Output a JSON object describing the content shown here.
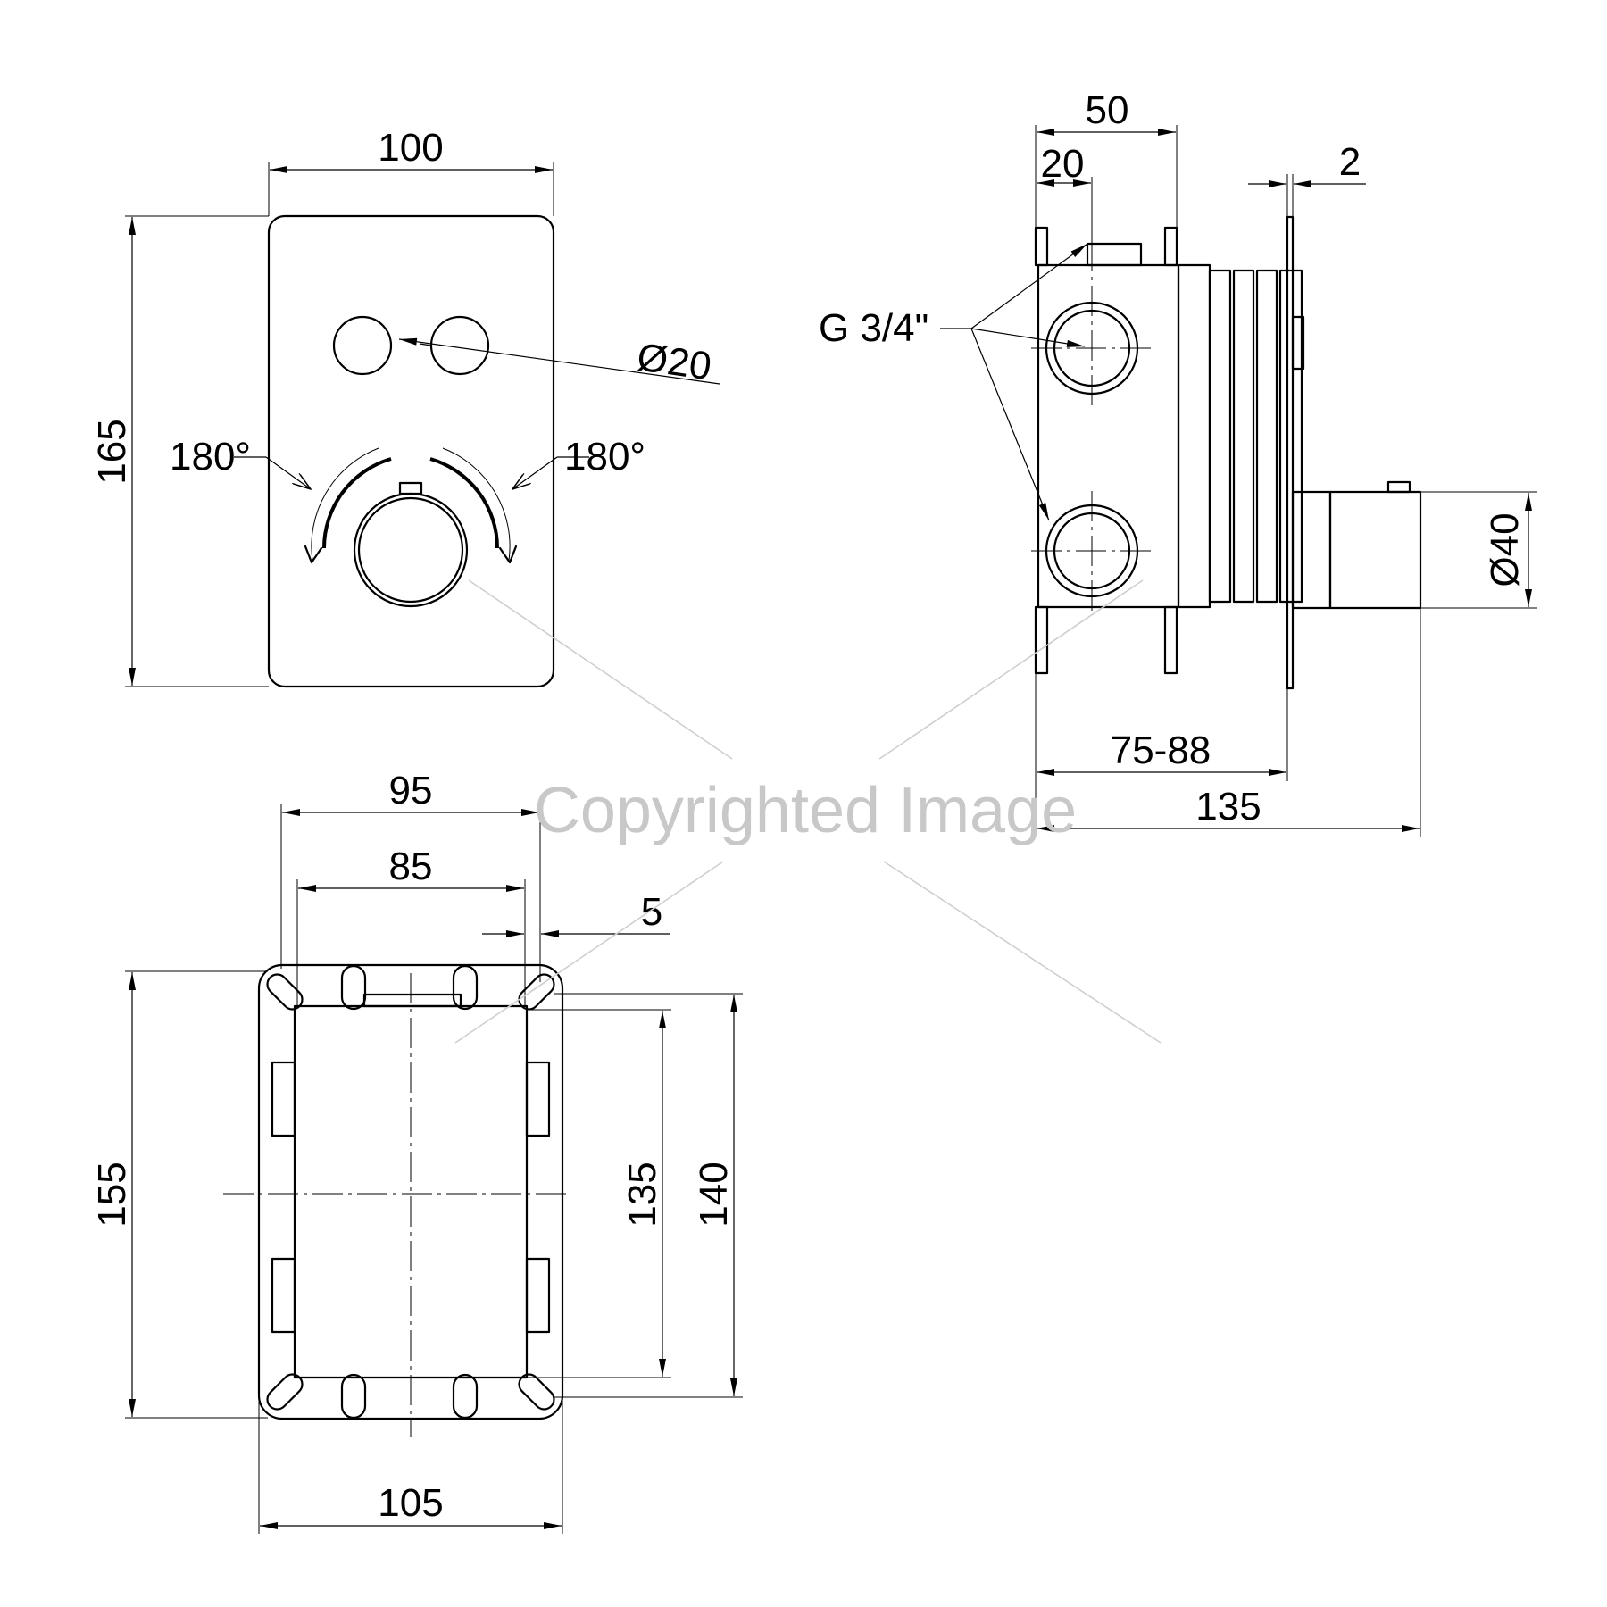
{
  "views": {
    "front": {
      "width_label": "100",
      "height_label": "165",
      "button_diameter_label": "Ø20",
      "rotation_left_label": "180°",
      "rotation_right_label": "180°"
    },
    "side": {
      "depth_total_label": "50",
      "inlet_offset_label": "20",
      "plate_thickness_label": "2",
      "thread_label": "G 3/4\"",
      "handle_diameter_label": "Ø40",
      "install_depth_label": "75-88",
      "overall_depth_label": "135"
    },
    "box": {
      "outer_width_label": "95",
      "inner_width_label": "85",
      "wall_label": "5",
      "flange_width_label": "105",
      "flange_height_label": "155",
      "inner_height_label": "135",
      "outer_height_label": "140"
    }
  },
  "watermark": "Copyrighted Image"
}
